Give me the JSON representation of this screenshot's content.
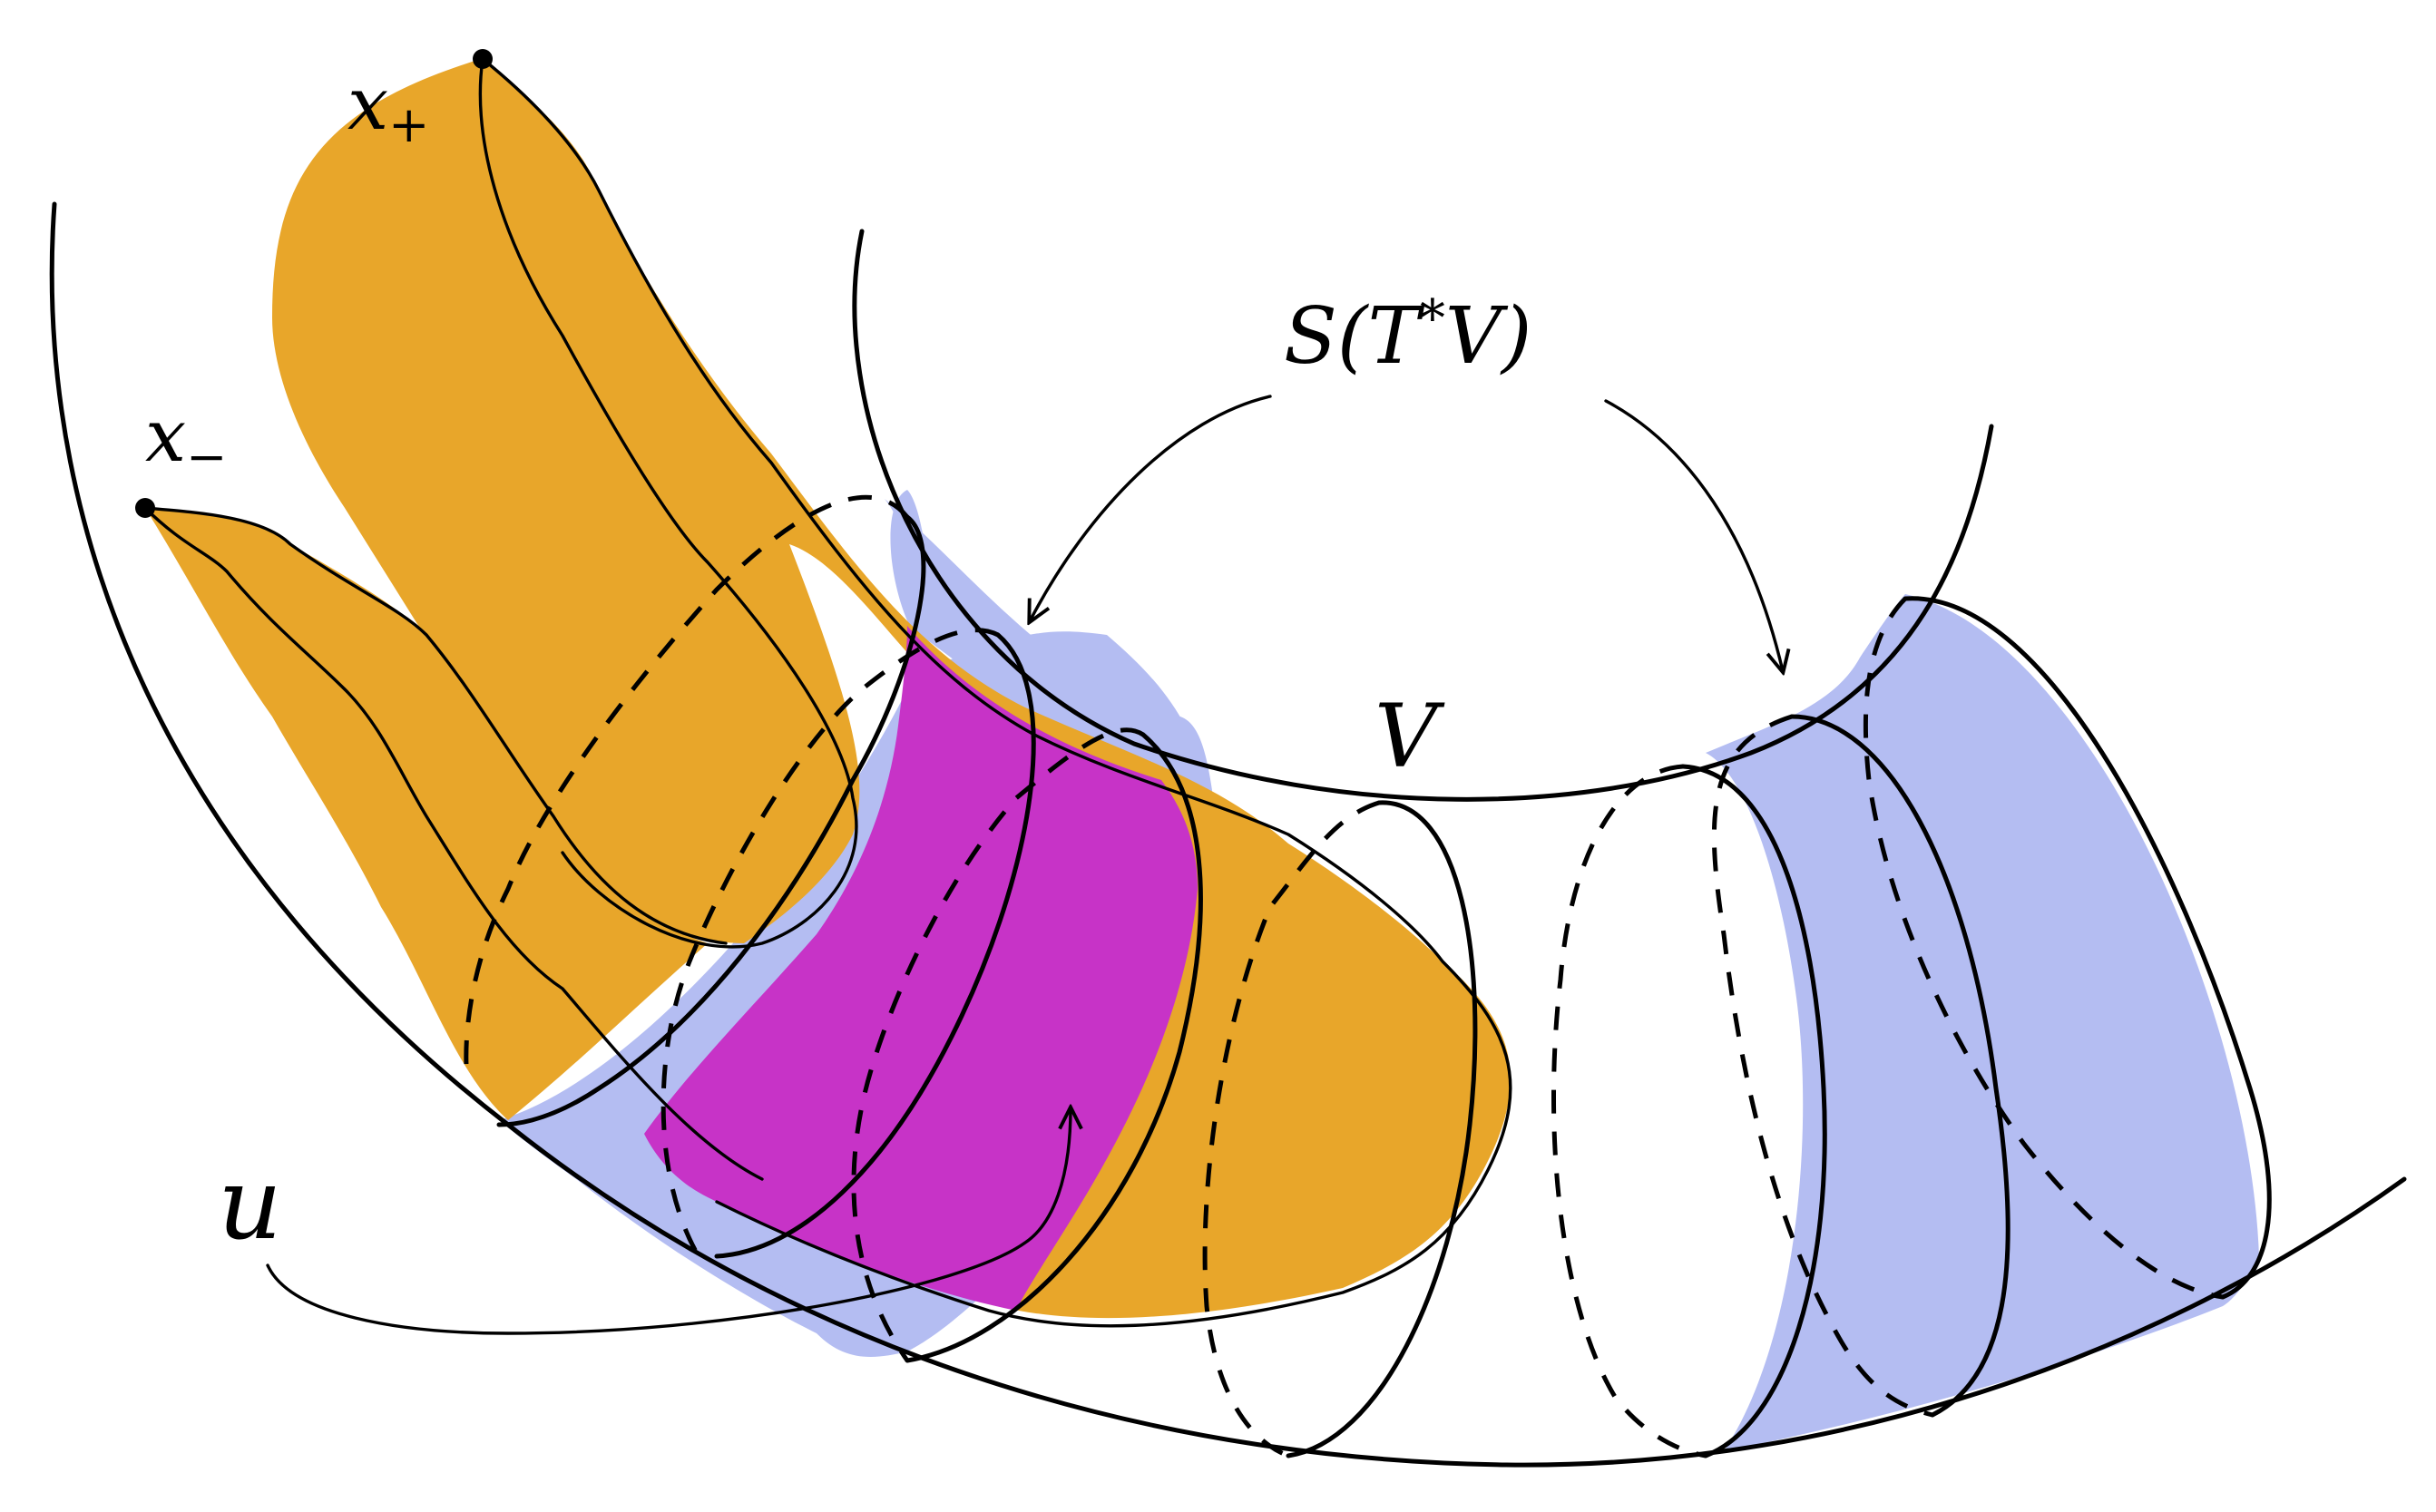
{
  "labels": {
    "x_plus_base": "x",
    "x_plus_sub": "+",
    "x_minus_base": "x",
    "x_minus_sub": "−",
    "stv_prefix": "S(T",
    "stv_sup": "*",
    "stv_suffix": "V)",
    "v": "V",
    "u": "u"
  },
  "colors": {
    "orange": "#E8A62A",
    "magenta": "#C733C7",
    "lavender": "#B4BDF2",
    "line": "#000000",
    "background": "#FFFFFF"
  }
}
